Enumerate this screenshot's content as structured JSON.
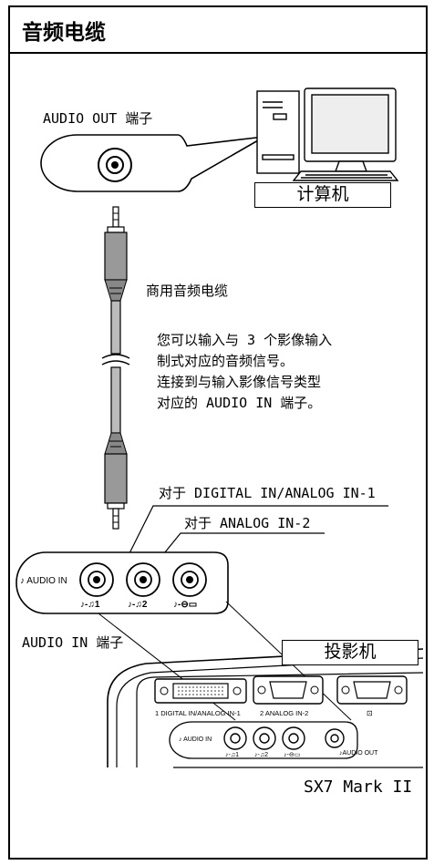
{
  "title": "音频电缆",
  "labels": {
    "audio_out_port": "AUDIO OUT 端子",
    "computer": "计算机",
    "cable": "商用音频电缆",
    "digital_in": "对于 DIGITAL IN/ANALOG IN-1",
    "analog_in2": "对于 ANALOG IN-2",
    "audio_in_port": "AUDIO IN 端子",
    "projector": "投影机",
    "model": "SX7 Mark II"
  },
  "note": [
    "您可以输入与 3 个影像输入",
    "制式对应的音频信号。",
    "连接到与输入影像信号类型",
    "对应的 AUDIO IN 端子。"
  ],
  "panel_text": {
    "audio_in": "AUDIO IN",
    "jack1": "1",
    "jack2": "2",
    "dvi_label": "1 DIGITAL IN/ANALOG IN-1",
    "vga_label": "2 ANALOG IN-2",
    "audio_out": "AUDIO OUT"
  }
}
